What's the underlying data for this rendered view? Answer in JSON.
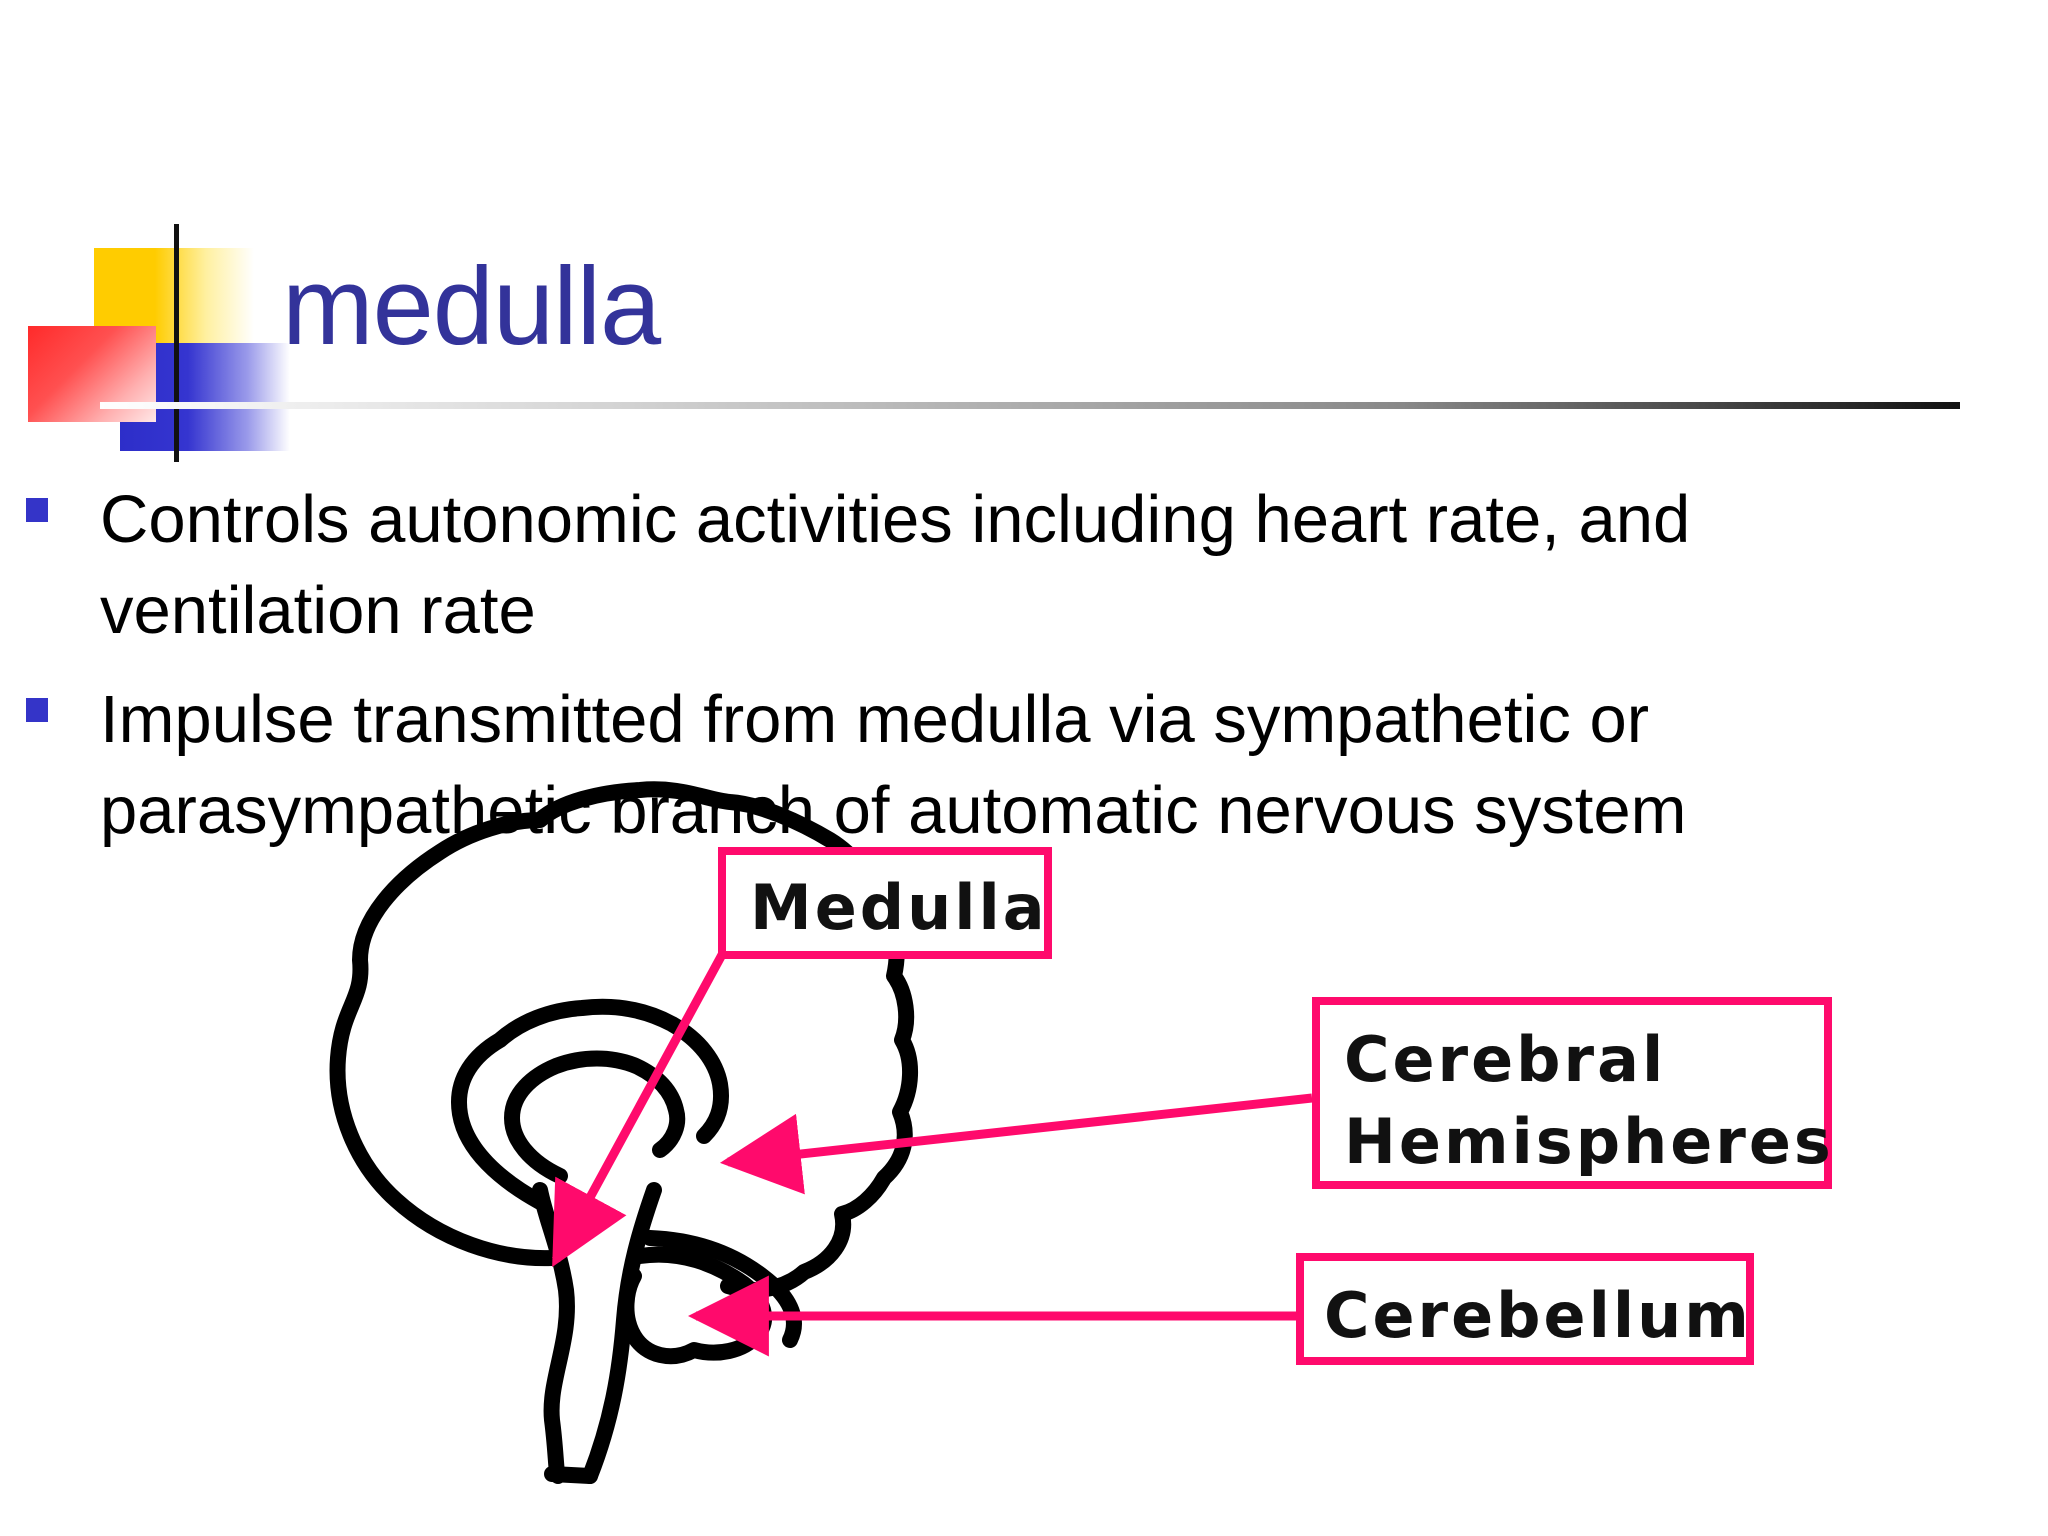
{
  "slide": {
    "title": "medulla",
    "bullets": [
      "Controls autonomic activities including heart rate, and ventilation rate",
      "Impulse transmitted from medulla via sympathetic or parasympathetic branch of automatic nervous system"
    ]
  },
  "diagram": {
    "labels": {
      "medulla": "Medulla",
      "cerebral_line1": "Cerebral",
      "cerebral_line2": "Hemispheres",
      "cerebellum": "Cerebellum"
    }
  },
  "colors": {
    "title": "#33339a",
    "bullet_marker": "#3434c8",
    "label_border": "#ff0a6c",
    "accent_yellow": "#ffcc00",
    "accent_red": "#ff2a2a",
    "accent_blue": "#2d2ec9"
  }
}
